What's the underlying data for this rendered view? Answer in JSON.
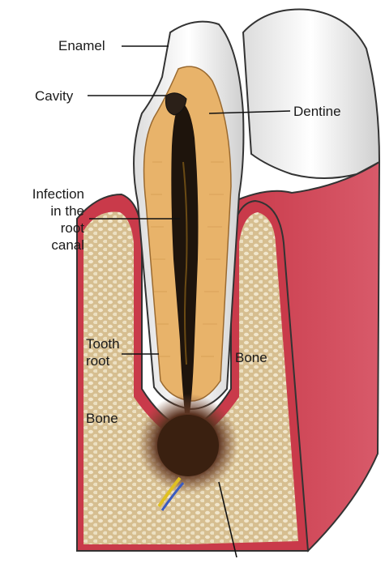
{
  "labels": {
    "enamel": "Enamel",
    "cavity": "Cavity",
    "dentine": "Dentine",
    "infection_line1": "Infection",
    "infection_line2": "in the",
    "infection_line3": "root",
    "infection_line4": "canal",
    "tooth_root_line1": "Tooth",
    "tooth_root_line2": "root",
    "bone_right": "Bone",
    "bone_left": "Bone"
  },
  "colors": {
    "gum": "#c9414f",
    "gum_light": "#e07b86",
    "bone": "#d9c49a",
    "bone_dot": "#efe4c8",
    "enamel": "#f3f3f3",
    "dentine": "#e8b36a",
    "canal": "#1e140c",
    "abscess": "#4a2a1a"
  }
}
